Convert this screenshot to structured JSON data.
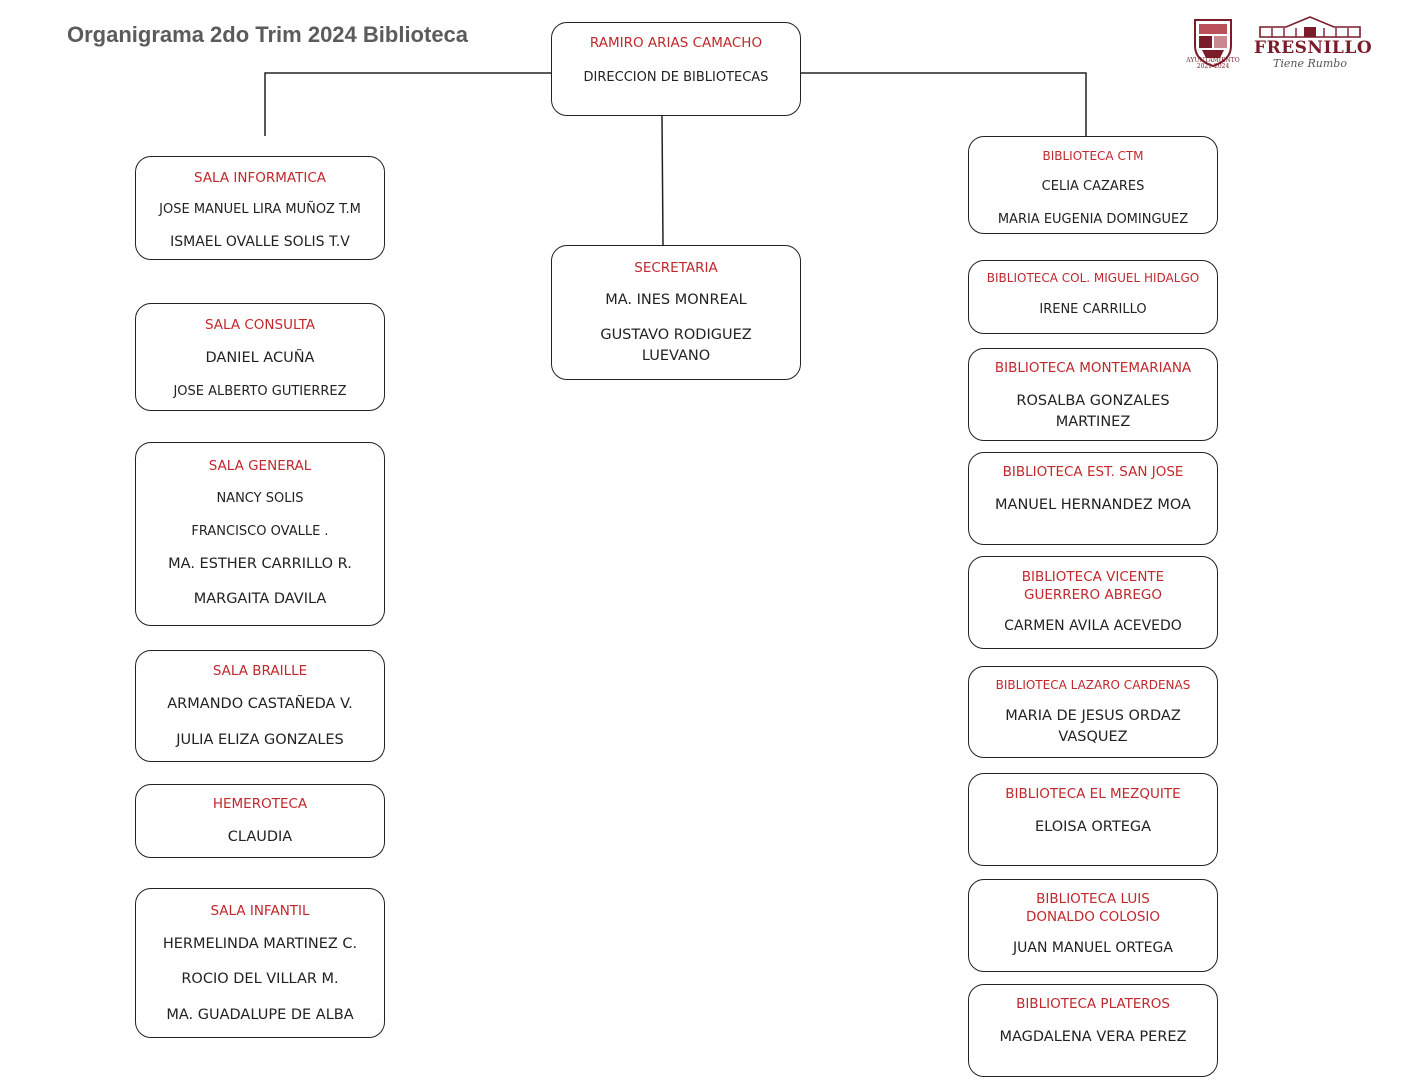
{
  "title": "Organigrama 2do Trim 2024 Biblioteca",
  "logo": {
    "city": "FRESNILLO",
    "slogan": "Tiene Rumbo",
    "crest_label": "AYUNTAMIENTO",
    "crest_years": "2021-2024"
  },
  "colors": {
    "header": "#c0282d",
    "brand": "#7a1c2a"
  },
  "root": {
    "head": "RAMIRO ARIAS CAMACHO",
    "people": [
      "DIRECCION DE BIBLIOTECAS"
    ]
  },
  "secretaria": {
    "head": "SECRETARIA",
    "people": [
      "MA. INES MONREAL",
      "GUSTAVO RODIGUEZ LUEVANO"
    ]
  },
  "left": [
    {
      "head": "SALA INFORMATICA",
      "people": [
        "JOSE MANUEL LIRA MUÑOZ T.M",
        "ISMAEL OVALLE SOLIS T.V"
      ]
    },
    {
      "head": "SALA CONSULTA",
      "people": [
        "DANIEL ACUÑA",
        "JOSE ALBERTO GUTIERREZ"
      ]
    },
    {
      "head": "SALA GENERAL",
      "people": [
        "NANCY SOLIS",
        "FRANCISCO OVALLE .",
        "MA. ESTHER CARRILLO R.",
        "MARGAITA DAVILA"
      ]
    },
    {
      "head": "SALA BRAILLE",
      "people": [
        "ARMANDO CASTAÑEDA V.",
        "JULIA ELIZA GONZALES"
      ]
    },
    {
      "head": "HEMEROTECA",
      "people": [
        "CLAUDIA"
      ]
    },
    {
      "head": "SALA INFANTIL",
      "people": [
        "HERMELINDA MARTINEZ C.",
        "ROCIO DEL VILLAR M.",
        "MA. GUADALUPE DE ALBA"
      ]
    }
  ],
  "right": [
    {
      "head": "BIBLIOTECA CTM",
      "people": [
        "CELIA CAZARES",
        "MARIA EUGENIA DOMINGUEZ"
      ]
    },
    {
      "head": "BIBLIOTECA COL. MIGUEL HIDALGO",
      "people": [
        "IRENE CARRILLO"
      ]
    },
    {
      "head": "BIBLIOTECA MONTEMARIANA",
      "people": [
        "ROSALBA GONZALES MARTINEZ"
      ]
    },
    {
      "head": "BIBLIOTECA EST. SAN JOSE",
      "people": [
        "MANUEL HERNANDEZ MOA"
      ]
    },
    {
      "head": "BIBLIOTECA VICENTE GUERRERO ABREGO",
      "people": [
        "CARMEN AVILA ACEVEDO"
      ]
    },
    {
      "head": "BIBLIOTECA LAZARO CARDENAS",
      "people": [
        "MARIA DE JESUS ORDAZ VASQUEZ"
      ]
    },
    {
      "head": "BIBLIOTECA EL MEZQUITE",
      "people": [
        "ELOISA ORTEGA"
      ]
    },
    {
      "head": "BIBLIOTECA LUIS DONALDO COLOSIO",
      "people": [
        "JUAN MANUEL ORTEGA"
      ]
    },
    {
      "head": "BIBLIOTECA PLATEROS",
      "people": [
        "MAGDALENA VERA PEREZ"
      ]
    }
  ]
}
